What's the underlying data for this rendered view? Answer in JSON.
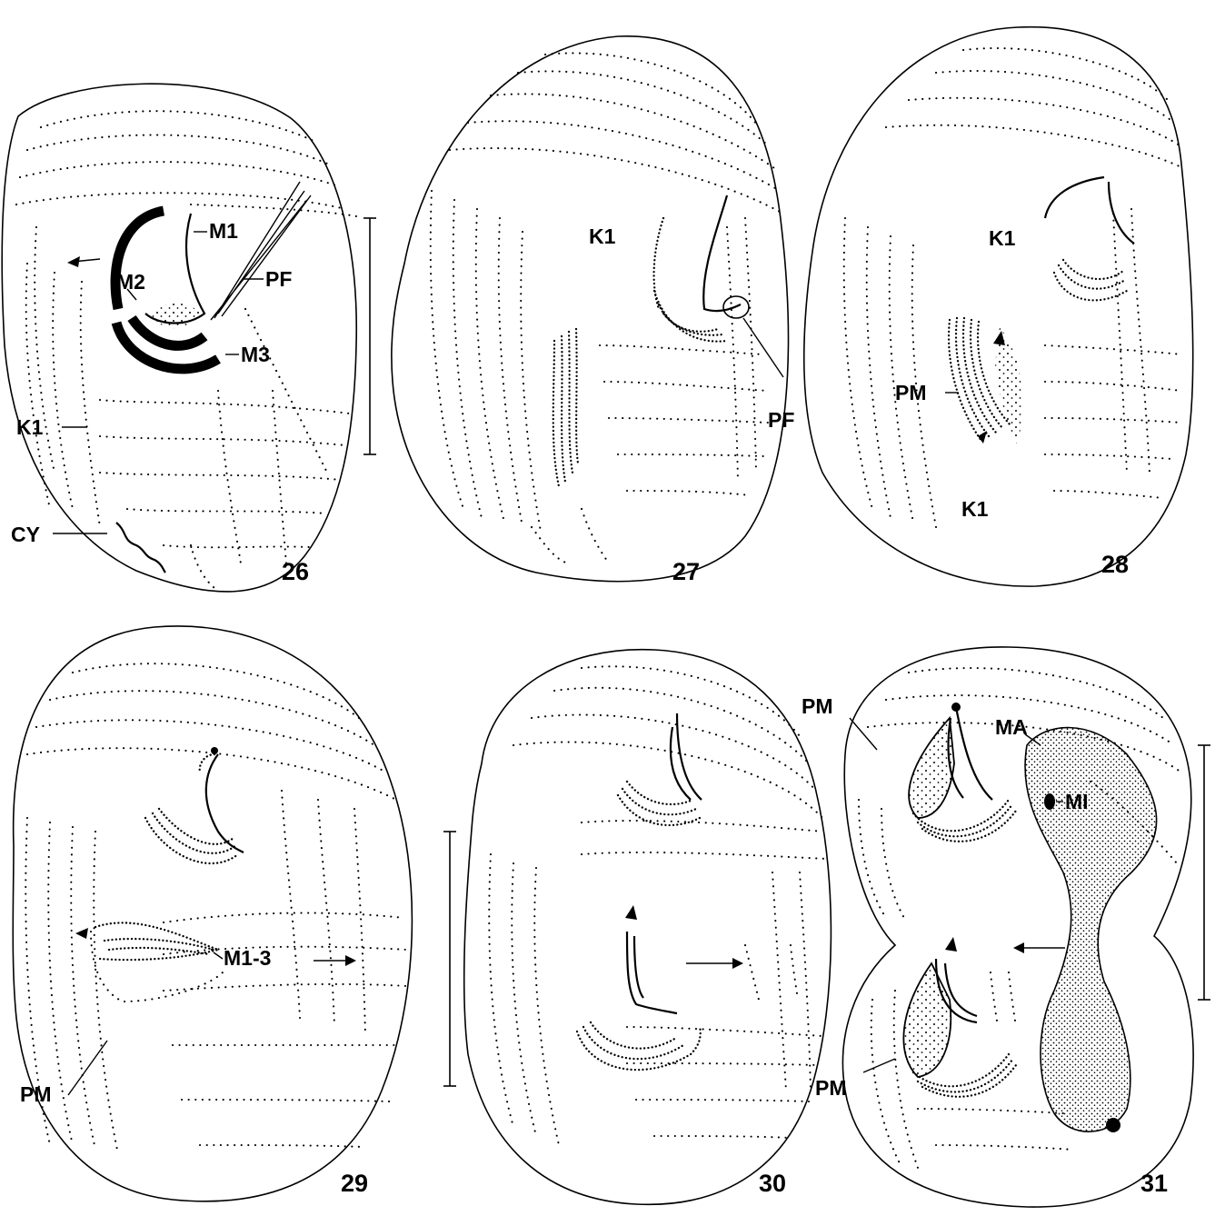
{
  "figure": {
    "panels": [
      {
        "number": "26",
        "labels": [
          "M1",
          "M2",
          "M3",
          "PF",
          "K1",
          "CY"
        ]
      },
      {
        "number": "27",
        "labels": [
          "K1",
          "PF"
        ]
      },
      {
        "number": "28",
        "labels": [
          "K1",
          "PM",
          "K1"
        ]
      },
      {
        "number": "29",
        "labels": [
          "M1-3",
          "PM"
        ]
      },
      {
        "number": "30",
        "labels": []
      },
      {
        "number": "31",
        "labels": [
          "PM",
          "MA",
          "MI",
          "PM"
        ]
      }
    ]
  },
  "colors": {
    "ink": "#000000",
    "paper": "#ffffff"
  }
}
